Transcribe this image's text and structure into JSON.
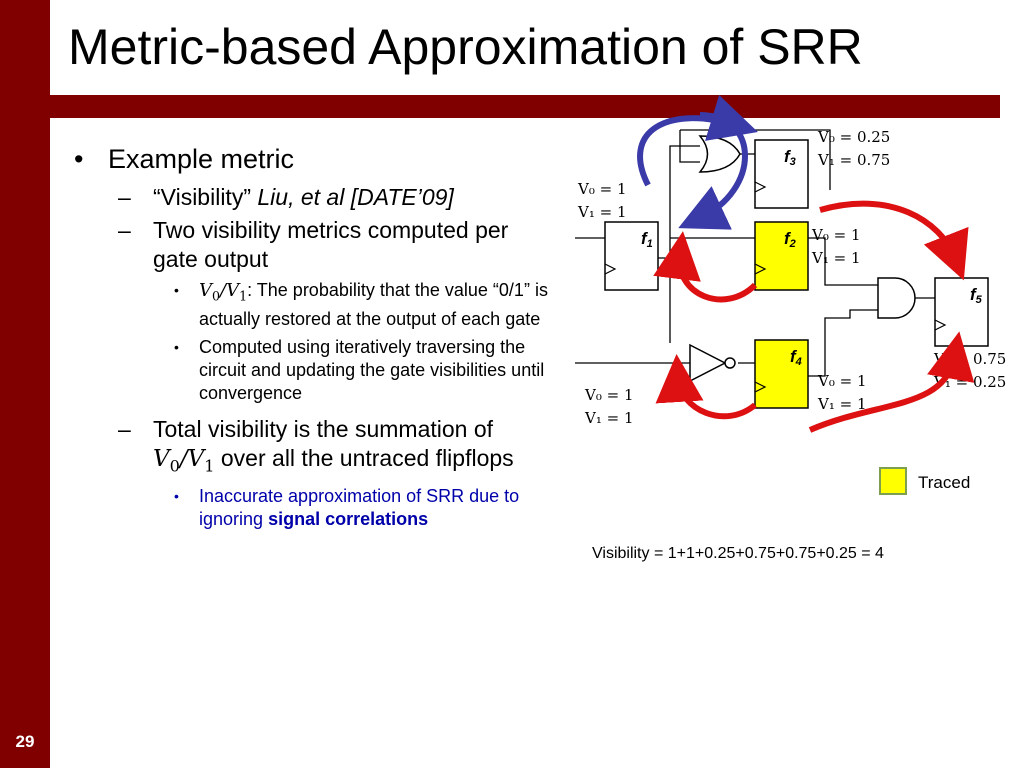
{
  "slide": {
    "title": "Metric-based Approximation of SRR",
    "page_number": "29",
    "colors": {
      "accent": "#800000",
      "traced": "#ffff00",
      "arrow": "#dd1111",
      "arrow_purple": "#3a3aa8",
      "link_text": "#0000aa"
    }
  },
  "bullets": {
    "b1": "Example metric",
    "b1_1_quote": "“Visibility”",
    "b1_1_cite": "Liu, et al [DATE’09]",
    "b1_2": "Two visibility metrics computed per gate output",
    "v0": "V",
    "v0_sub": "0",
    "slash": "/",
    "v1": "V",
    "v1_sub": "1",
    "b1_2_1_text": ": The probability that the value “0/1” is actually restored at the output of each gate",
    "b1_2_2": "Computed using iteratively traversing the circuit and updating the gate visibilities until convergence",
    "b1_3_a": "Total visibility is the summation of",
    "b1_3_b": "over all the untraced flipflops",
    "b1_3_1_a": "Inaccurate approximation of SRR due to ignoring",
    "b1_3_1_b": "signal correlations"
  },
  "diagram": {
    "flipflops": [
      {
        "name": "f",
        "sub": "1",
        "traced": false
      },
      {
        "name": "f",
        "sub": "2",
        "traced": true
      },
      {
        "name": "f",
        "sub": "3",
        "traced": false
      },
      {
        "name": "f",
        "sub": "4",
        "traced": true
      },
      {
        "name": "f",
        "sub": "5",
        "traced": false
      }
    ],
    "vis": {
      "f3_v0": "V₀ = 0.25",
      "f3_v1": "V₁ = 0.75",
      "f1_v0": "V₀ = 1",
      "f1_v1": "V₁ = 1",
      "f2_v0": "V₀ = 1",
      "f2_v1": "V₁ = 1",
      "f5_v0": "V₀ = 0.75",
      "f5_v1": "V₁ = 0.25",
      "f4_v0": "V₀ = 1",
      "f4_v1": "V₁ = 1",
      "in_v0": "V₀ = 1",
      "in_v1": "V₁ = 1"
    },
    "legend_label": "Traced",
    "total": "Visibility = 1+1+0.25+0.75+0.75+0.25 = 4"
  }
}
